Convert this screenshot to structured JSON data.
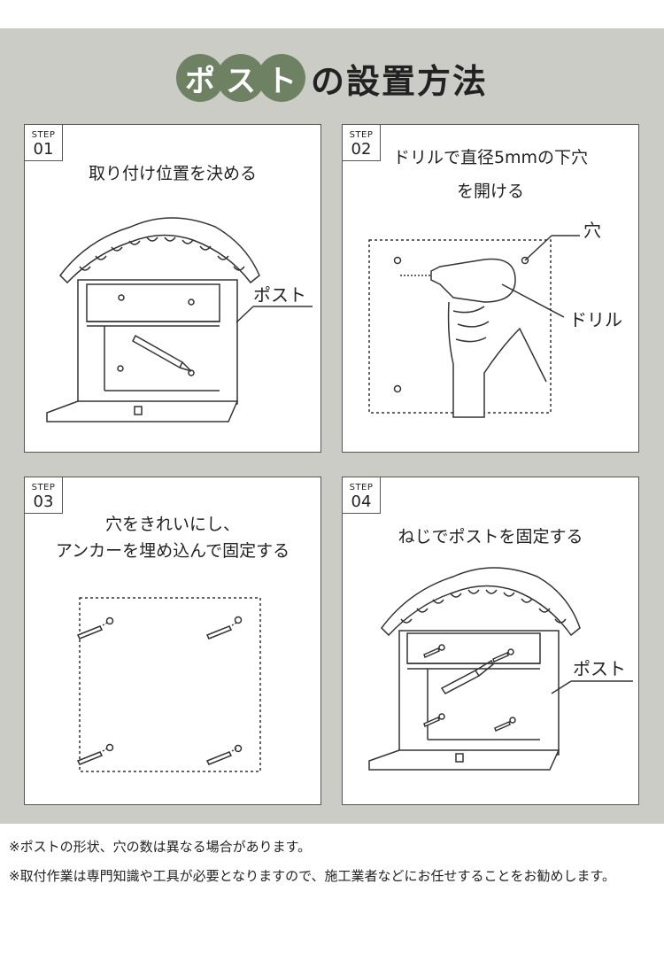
{
  "title": {
    "chip_chars": [
      "ポ",
      "ス",
      "ト"
    ],
    "rest": "の設置方法"
  },
  "steps": [
    {
      "step_label": "STEP",
      "number": "01",
      "caption_lines": [
        "取り付け位置を決める"
      ],
      "callouts": [
        "ポスト"
      ]
    },
    {
      "step_label": "STEP",
      "number": "02",
      "caption_lines": [
        "ドリルで直径5mmの下穴",
        "を開ける"
      ],
      "callouts": [
        "穴",
        "ドリル"
      ]
    },
    {
      "step_label": "STEP",
      "number": "03",
      "caption_lines": [
        "穴をきれいにし、",
        "アンカーを埋め込んで固定する"
      ],
      "callouts": []
    },
    {
      "step_label": "STEP",
      "number": "04",
      "caption_lines": [
        "ねじでポストを固定する"
      ],
      "callouts": [
        "ポスト"
      ]
    }
  ],
  "notes": [
    "※ポストの形状、穴の数は異なる場合があります。",
    "※取付作業は専門知識や工具が必要となりますので、施工業者などにお任せすることをお勧めします。"
  ],
  "colors": {
    "band": "#cbccc6",
    "chip": "#6e8263",
    "line": "#333333"
  }
}
